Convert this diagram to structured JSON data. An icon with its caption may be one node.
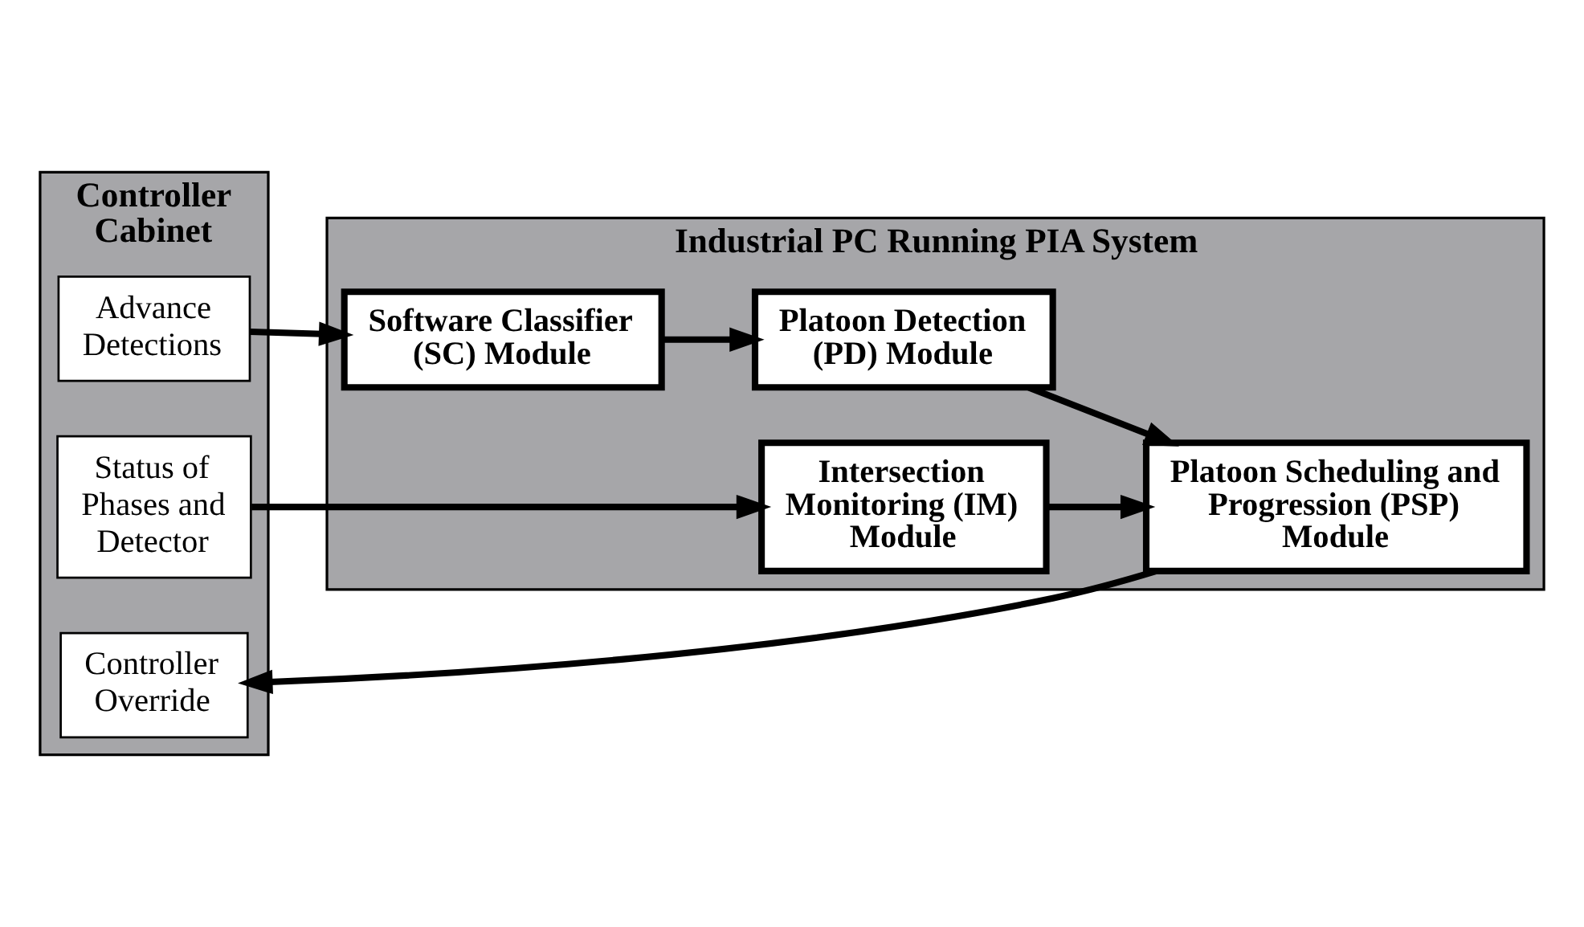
{
  "diagram": {
    "nodes": [
      {
        "text": [
          "Controller Cabinet"
        ]
      },
      {
        "text": [
          "Advance Detections"
        ],
        "in": 0
      },
      {
        "text": [
          "Status of Phases and Detector"
        ],
        "in": 0
      },
      {
        "text": [
          "Controller Override"
        ],
        "in": 0
      },
      {
        "text": [
          "Industrial PC Running PIA System"
        ]
      },
      {
        "text": [
          "Software Classifier (SC) Module"
        ],
        "in": 4
      },
      {
        "text": [
          "Platoon Detection (PD) Module"
        ],
        "in": 4
      },
      {
        "text": [
          "Intersection Monitoring (IM) Module"
        ],
        "in": 4
      },
      {
        "text": [
          "Platoon Scheduling and Progression (PSP) Module"
        ],
        "in": 4
      }
    ],
    "edges": [
      {
        "from": 1,
        "to": 5,
        "arrow": "to"
      },
      {
        "from": 5,
        "to": 6,
        "arrow": "to"
      },
      {
        "from": 2,
        "to": 7,
        "arrow": "to"
      },
      {
        "from": 6,
        "to": 8,
        "arrow": "to"
      },
      {
        "from": 7,
        "to": 8,
        "arrow": "to"
      },
      {
        "from": 8,
        "to": 3,
        "arrow": "to"
      }
    ]
  }
}
